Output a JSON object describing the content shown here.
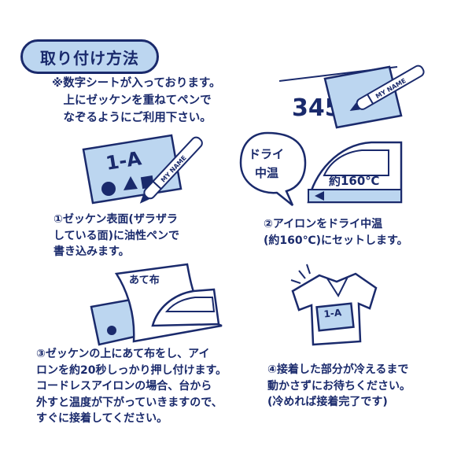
{
  "title": "取り付け方法",
  "note": "※数字シートが入っております。\n　上にゼッケンを重ねてペンで\n　なぞるようにご利用下さい。",
  "sheet_digits": "345",
  "pen_label": "MY NAME",
  "bib_label": "1-A",
  "bubble_line1": "ドライ",
  "bubble_line2": "中温",
  "iron_temp": "約160℃",
  "cloth_label": "あて布",
  "shirt_label": "1-A",
  "steps": [
    {
      "text": "①ゼッケン表面(ザラザラ\nしている面)に油性ペンで\n書き込みます。"
    },
    {
      "text": "②アイロンをドライ中温\n(約160℃)にセットします。"
    },
    {
      "text": "③ゼッケンの上にあて布をし、アイ\nロンを約20秒しっかり押し付けます。\nコードレスアイロンの場合、台から\n外すと温度が下がっていきますので、\nすぐに接着してください。"
    },
    {
      "text": "④接着した部分が冷えるまで\n動かさずにお待ちください。\n(冷めれば接着完了です)"
    }
  ],
  "colors": {
    "navy": "#1a2a6c",
    "light_blue": "#bcd6f0",
    "white": "#ffffff"
  }
}
